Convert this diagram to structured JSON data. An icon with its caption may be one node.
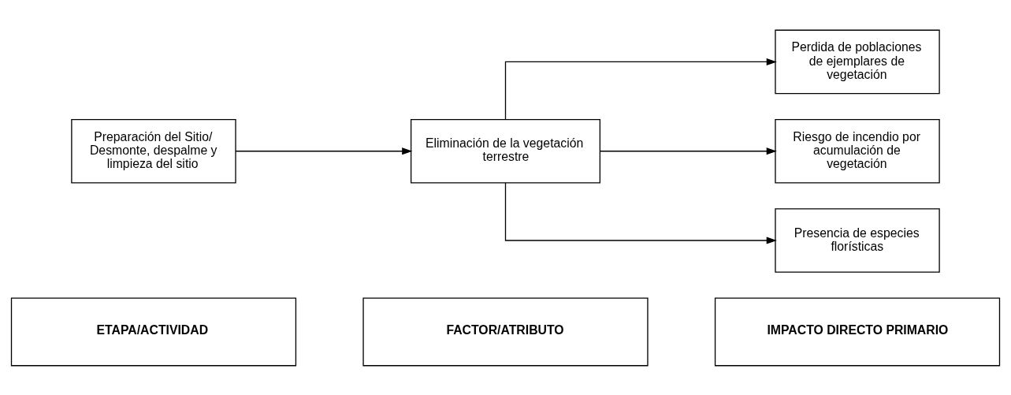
{
  "diagram": {
    "nodes": [
      {
        "text": [
          "ETAPA/ACTIVIDAD"
        ]
      },
      {
        "text": [
          "FACTOR/ATRIBUTO"
        ]
      },
      {
        "text": [
          "IMPACTO DIRECTO PRIMARIO"
        ]
      },
      {
        "text": [
          "Preparación del Sitio/ Desmonte, despalme y limpieza del sitio"
        ]
      },
      {
        "text": [
          "Eliminación de la vegetación terrestre"
        ]
      },
      {
        "text": [
          "Perdida de poblaciones de ejemplares de vegetación"
        ]
      },
      {
        "text": [
          "Riesgo de incendio por acumulación de vegetación"
        ]
      },
      {
        "text": [
          "Presencia de especies florísticas"
        ]
      }
    ],
    "edges": [
      {
        "from": 3,
        "to": 4,
        "arrow": "to"
      },
      {
        "from": 4,
        "to": 5,
        "arrow": "to"
      },
      {
        "from": 4,
        "to": 6,
        "arrow": "to"
      },
      {
        "from": 4,
        "to": 7,
        "arrow": "to"
      }
    ]
  }
}
